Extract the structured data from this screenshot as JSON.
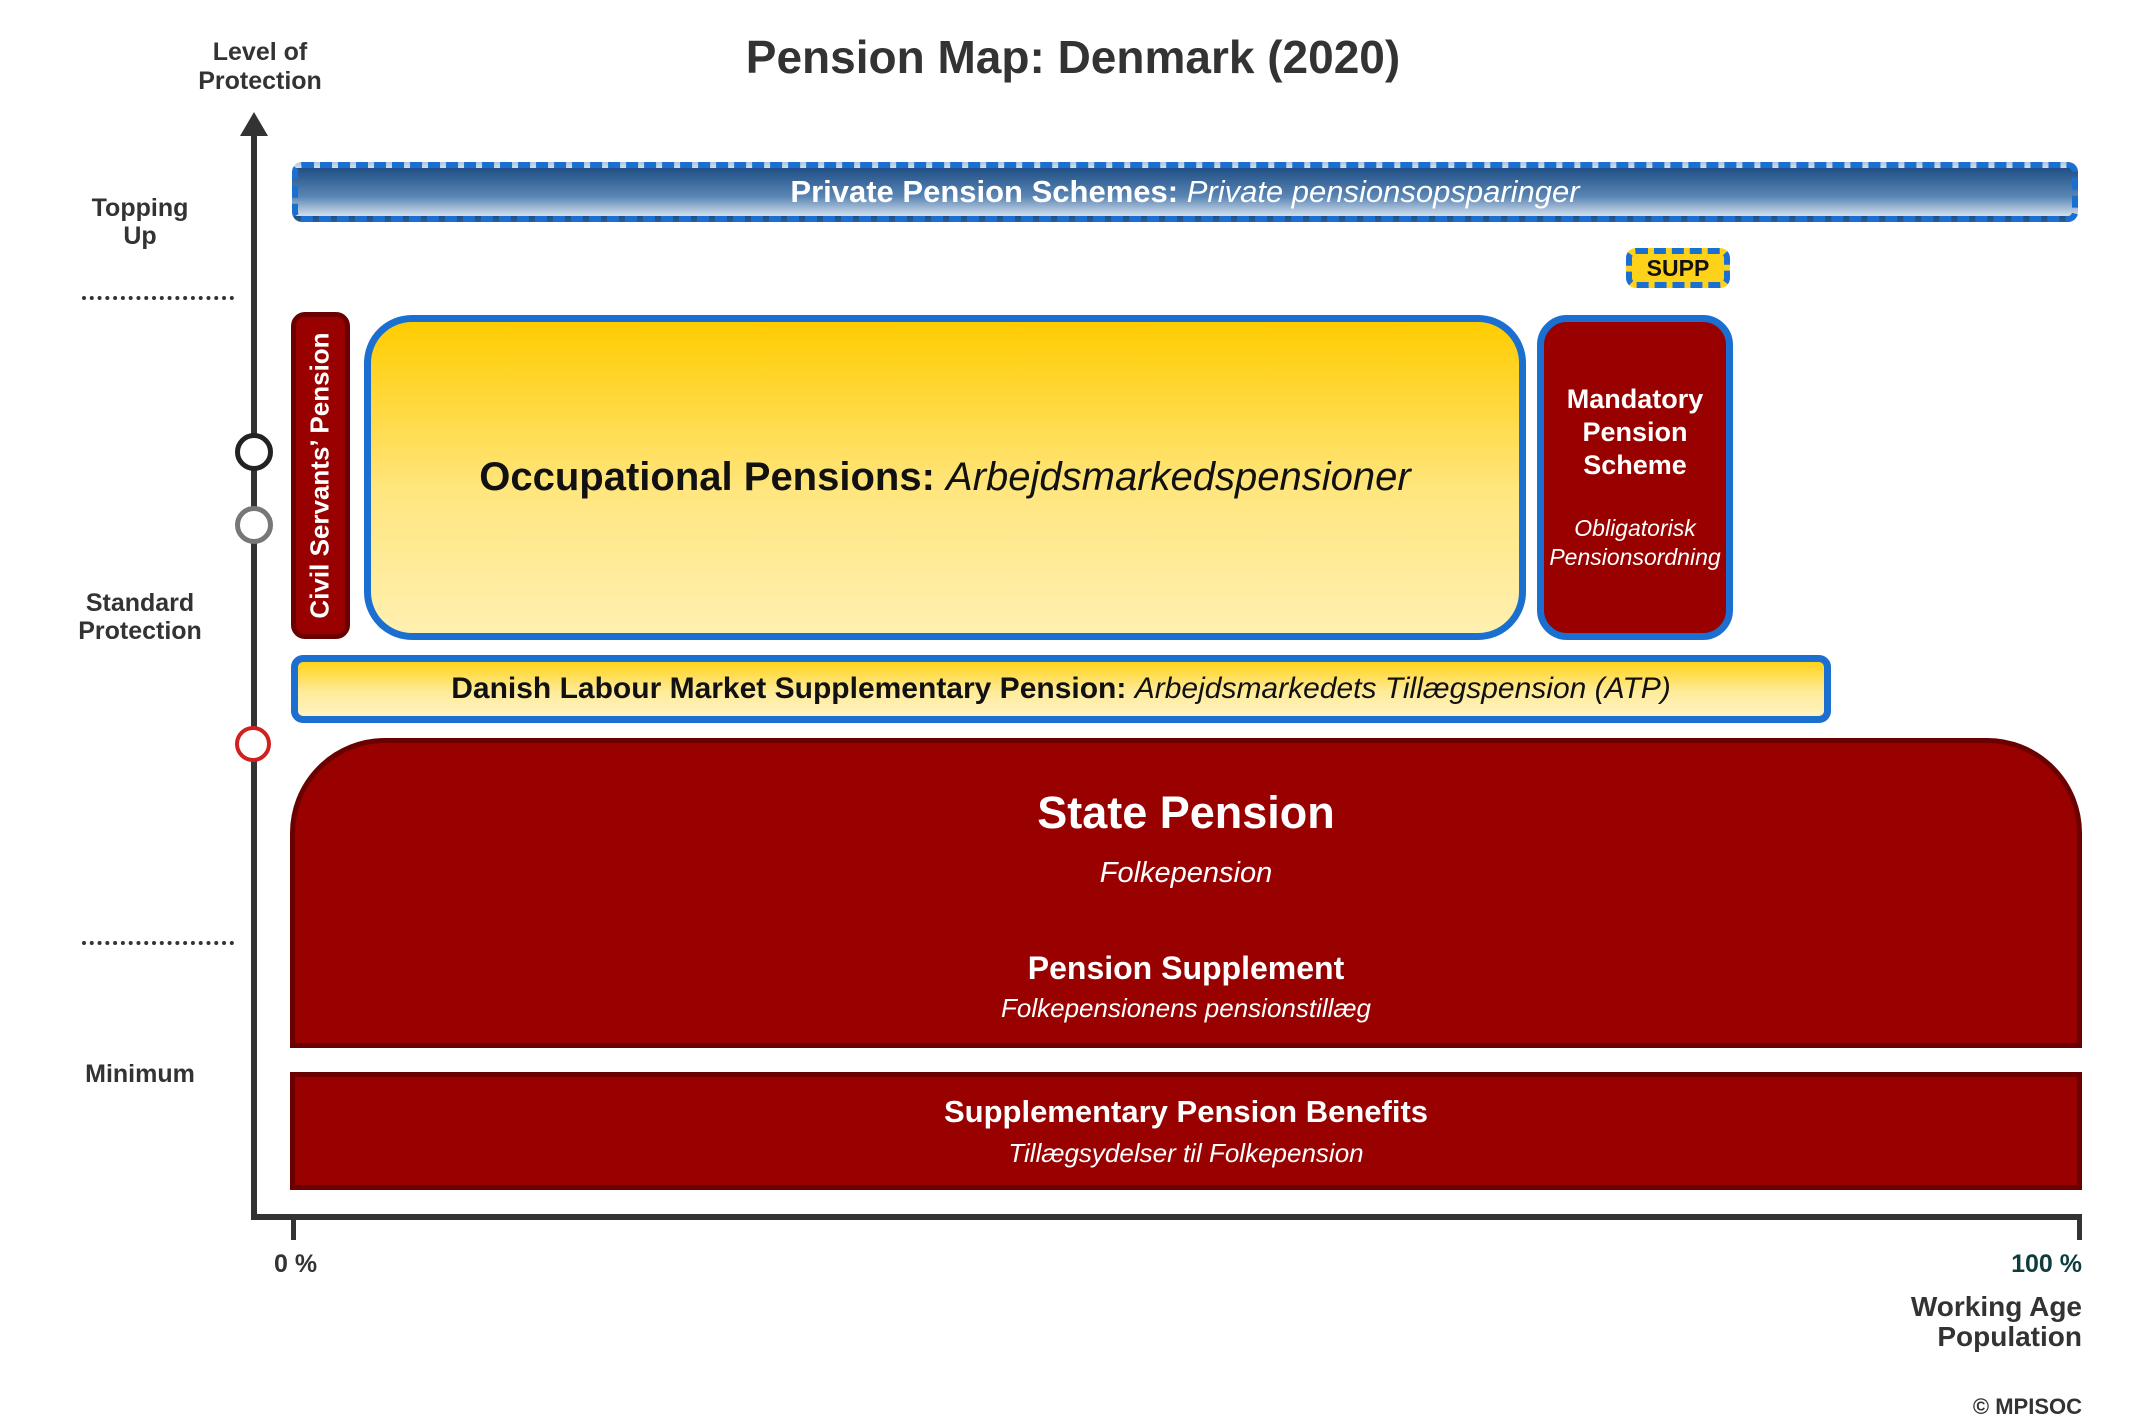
{
  "title": "Pension Map: Denmark (2020)",
  "y_axis": {
    "title_line1": "Level of",
    "title_line2": "Protection",
    "levels": [
      {
        "line1": "Topping",
        "line2": "Up"
      },
      {
        "line1": "Standard",
        "line2": "Protection"
      },
      {
        "line1": "Minimum",
        "line2": ""
      }
    ]
  },
  "x_axis": {
    "start_label": "0 %",
    "end_label": "100 %",
    "title_line1": "Working Age",
    "title_line2": "Population"
  },
  "schemes": {
    "private": {
      "name": "Private Pension Schemes:",
      "local": "Private pensionsopsparinger"
    },
    "supp": {
      "name": "SUPP"
    },
    "civil_servants": {
      "name": "Civil Servants’ Pension"
    },
    "occupational": {
      "name": "Occupational Pensions:",
      "local": "Arbejdsmarkedspensioner"
    },
    "mandatory": {
      "line1": "Mandatory",
      "line2": "Pension",
      "line3": "Scheme",
      "local1": "Obligatorisk",
      "local2": "Pensionsordning"
    },
    "atp": {
      "name": "Danish Labour Market Supplementary Pension:",
      "local": "Arbejdsmarkedets Tillægspension (ATP)"
    },
    "state": {
      "name": "State Pension",
      "local": "Folkepension"
    },
    "pension_supplement": {
      "name": "Pension Supplement",
      "local": "Folkepensionens pensionstillæg"
    },
    "supplementary_benefits": {
      "name": "Supplementary Pension Benefits",
      "local": "Tillægsydelser til Folkepension"
    }
  },
  "colors": {
    "blue_border": "#1a6fd1",
    "dark_red": "#990000",
    "yellow": "#ffcc00",
    "axis": "#333333"
  },
  "copyright": "© MPISOC"
}
